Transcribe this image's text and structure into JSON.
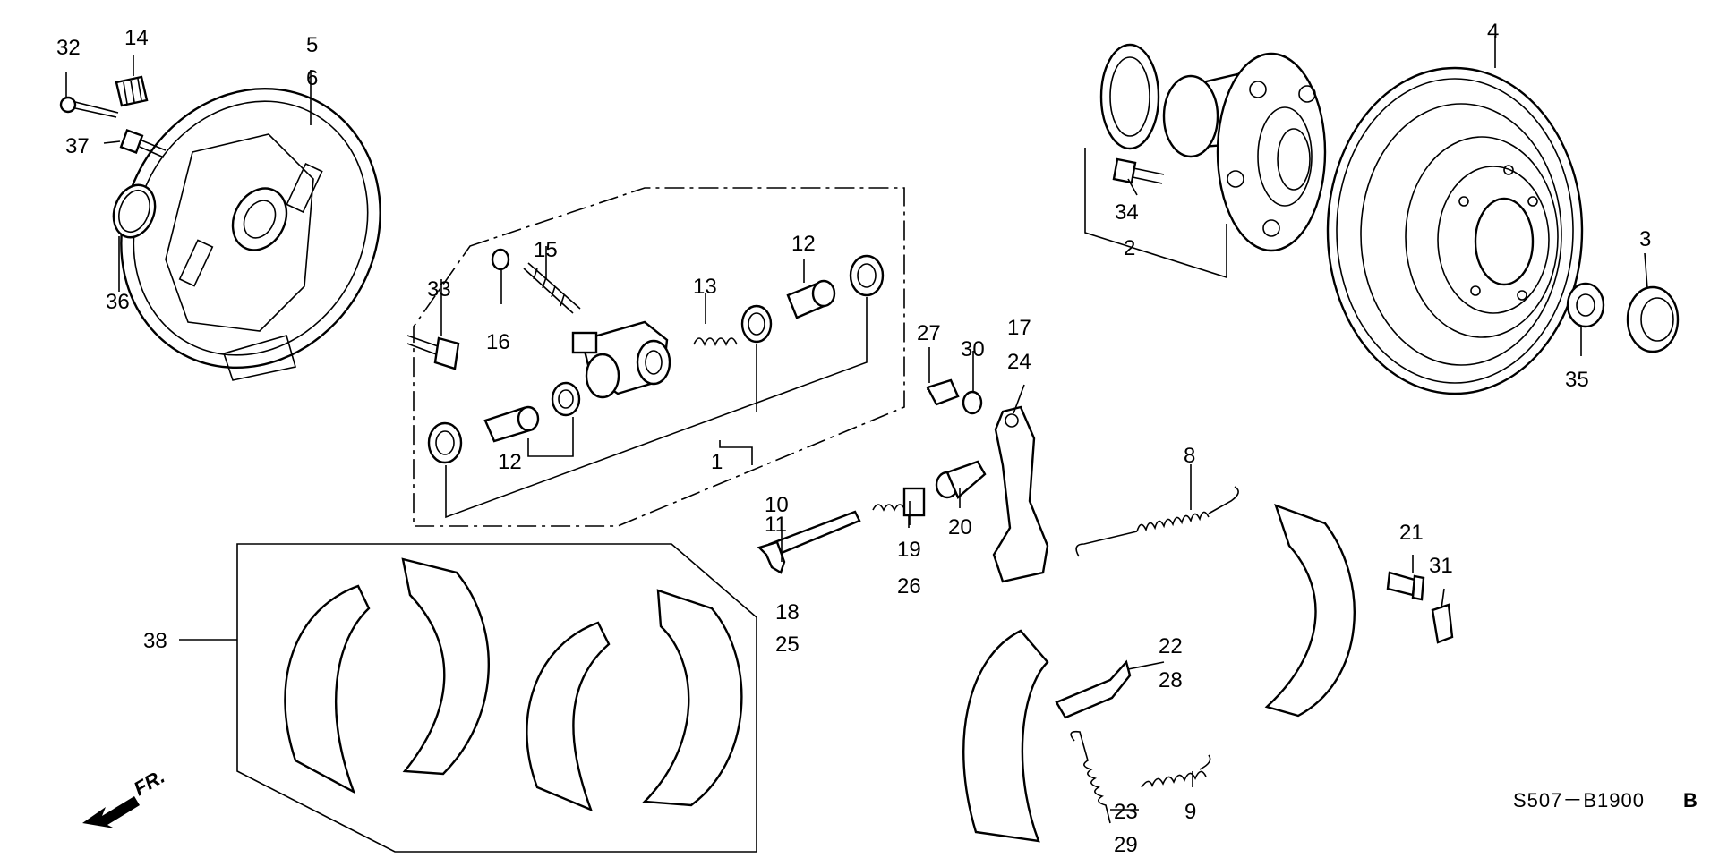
{
  "diagram_code": "S507－B1900",
  "diagram_revision": "B",
  "front_indicator": "FR.",
  "callouts": [
    "1",
    "2",
    "3",
    "4",
    "5",
    "6",
    "8",
    "9",
    "10",
    "11",
    "12",
    "13",
    "14",
    "15",
    "16",
    "17",
    "18",
    "19",
    "20",
    "21",
    "22",
    "23",
    "24",
    "25",
    "26",
    "27",
    "28",
    "29",
    "30",
    "31",
    "32",
    "33",
    "34",
    "35",
    "36",
    "37",
    "38"
  ]
}
